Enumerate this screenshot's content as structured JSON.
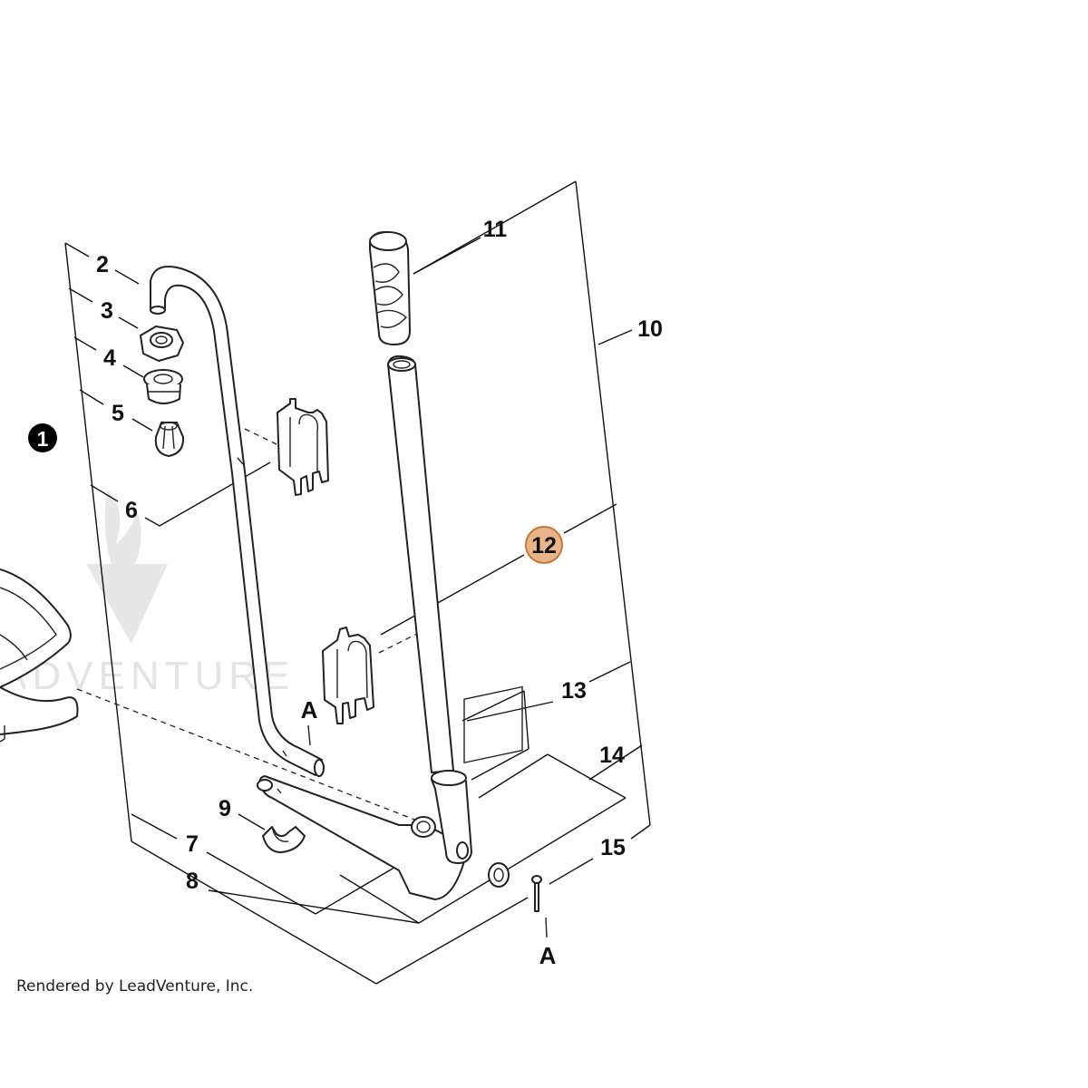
{
  "diagram": {
    "callouts": [
      {
        "id": "c1",
        "label": "1"
      },
      {
        "id": "c2",
        "label": "2"
      },
      {
        "id": "c3",
        "label": "3"
      },
      {
        "id": "c4",
        "label": "4"
      },
      {
        "id": "c5",
        "label": "5"
      },
      {
        "id": "c6",
        "label": "6"
      },
      {
        "id": "c7",
        "label": "7"
      },
      {
        "id": "c8",
        "label": "8"
      },
      {
        "id": "c9",
        "label": "9"
      },
      {
        "id": "c10",
        "label": "10"
      },
      {
        "id": "c11",
        "label": "11"
      },
      {
        "id": "c12",
        "label": "12"
      },
      {
        "id": "c13",
        "label": "13"
      },
      {
        "id": "c14",
        "label": "14"
      },
      {
        "id": "c15",
        "label": "15"
      }
    ],
    "reference_marks": [
      "A",
      "A"
    ],
    "highlight_color": "#e8b48a",
    "highlight_border": "#c8753c",
    "watermark_text": "ADVENTURE"
  },
  "footer": {
    "credit": "Rendered by LeadVenture, Inc."
  }
}
